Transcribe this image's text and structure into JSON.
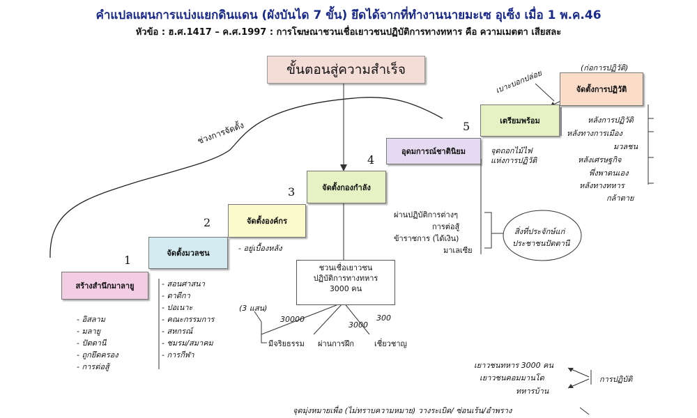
{
  "title": "คำแปลแผนการแบ่งแยกดินแดน (ผังบันได 7 ขั้น) ยึดได้จากที่ทำงานนายมะเซ อุเซ็ง เมื่อ 1 พ.ค.46",
  "subtitle": "หัวข้อ : ฮ.ศ.1417 – ค.ศ.1997 : การโฆษณาชวนเชื่อเยาวชนปฏิบัติการทางทหาร คือ ความเมตตา เสียสละ",
  "main_box": "ขั้นตอนสู่ความสำเร็จ",
  "brace_label": "ช่วงการจัดตั้ง",
  "steps": [
    {
      "num": "1",
      "label": "สร้างสำนึกมาลายู",
      "color": "#f2cde4"
    },
    {
      "num": "2",
      "label": "จัดตั้งมวลชน",
      "color": "#d4ebf2"
    },
    {
      "num": "3",
      "label": "จัดตั้งองค์กร",
      "color": "#fafacc"
    },
    {
      "num": "4",
      "label": "จัดตั้งกองกำลัง",
      "color": "#e6f2c4"
    },
    {
      "num": "5",
      "label": "อุดมการณ์ชาตินิยม",
      "color": "#e4daf2"
    },
    {
      "num": "",
      "label": "เตรียมพร้อม",
      "color": "#e6f2c4"
    },
    {
      "num": "",
      "label": "จัดตั้งการปฏิวัติ",
      "color": "#fbdcc9"
    }
  ],
  "step1_list": [
    "- อิสลาม",
    "- มลายู",
    "- ปัตตานี",
    "- ถูกยึดครอง",
    "- การต่อสู้"
  ],
  "step2_list": [
    "- สอนศาสนา",
    "- ตาดีกา",
    "- ปอเนาะ",
    "- คณะกรรมการ",
    "- สหกรณ์",
    "- ชมรม/สมาคม",
    "- การกีฬา"
  ],
  "step3_note": "- อยู่เบื้องหลัง",
  "step4_box": [
    "ชวนเชื่อเยาวชน",
    "ปฏิบัติการทางทหาร",
    "3000 คน"
  ],
  "step4_nums": {
    "a": "30000",
    "b": "3000",
    "c": "300"
  },
  "step4_note": "(3 แสน)",
  "step4_bottom": [
    "มีจริยธรรม",
    "ผ่านการฝึก",
    "เชี่ยวชาญ"
  ],
  "step5_list": [
    "ผ่านปฏิบัติการต่างๆ",
    "การต่อสู้",
    "ข้าราชการ (ได้เงิน)",
    "มาเลเซีย"
  ],
  "step5_oval": [
    "สิ่งที่ประจักษ์แก่",
    "ประชาชนปัตตานี"
  ],
  "step6_note": [
    "จุดถอกไม้ไฟ",
    "แห่งการปฏิวัติ"
  ],
  "step6_label_tilt": "เบาะบอกปล่อย",
  "step7_top": "(ก่อการปฏิวัติ)",
  "step7_list": [
    "หลังการปฏิวัติ",
    "หลังทางการเมือง",
    "มวลชน",
    "หลังเศรษฐกิจ",
    "พึ่งพาตนเอง",
    "หลังทางทหาร",
    "กล้าตาย"
  ],
  "bottom_right": [
    "เยาวชนทหาร 3000 คน",
    "เยาวชนคอมมานโด",
    "ทหารบ้าน"
  ],
  "bottom_right_label": "การปฏิบัติ",
  "footer": "จุดมุ่งหมายเพื่อ (ไม่ทราบความหมาย) วางระเบิด/  ซ่อนเร้น/อำพราง"
}
